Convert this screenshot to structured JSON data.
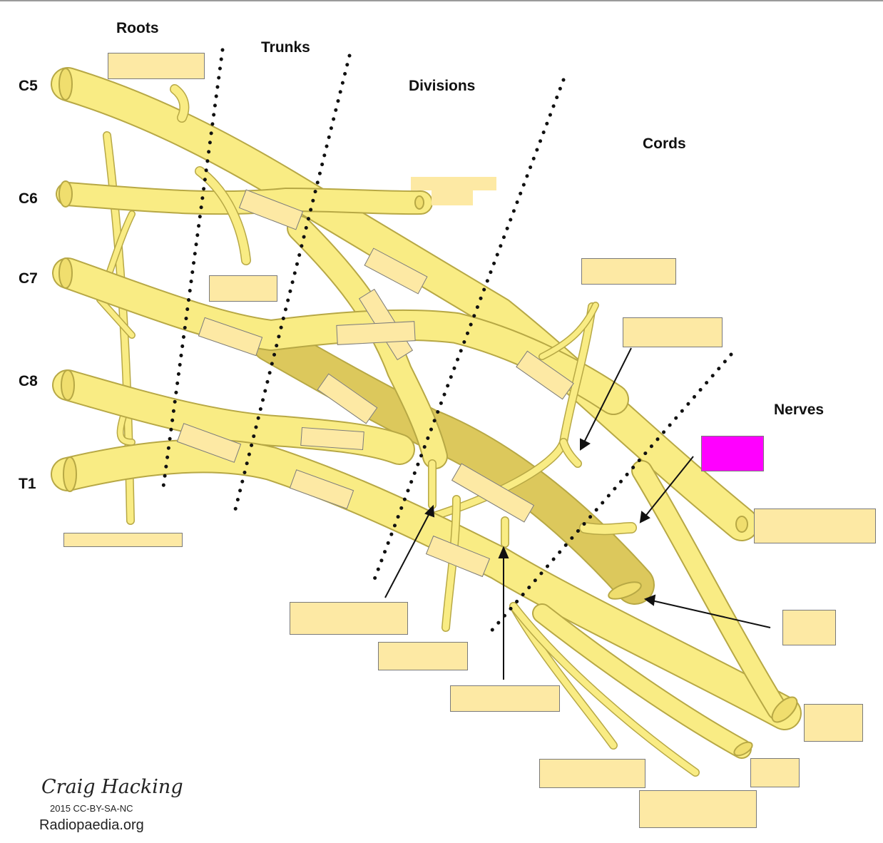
{
  "headers": {
    "roots": "Roots",
    "trunks": "Trunks",
    "divisions": "Divisions",
    "cords": "Cords",
    "nerves": "Nerves"
  },
  "spinal_levels": [
    "C5",
    "C6",
    "C7",
    "C8",
    "T1"
  ],
  "credit": {
    "author": "Craig Hacking",
    "license": "2015 CC-BY-SA-NC",
    "site": "Radiopaedia.org"
  },
  "colors": {
    "nerve_fill": "#f9ec84",
    "nerve_outline": "#b7a845",
    "posterior_cord_fill": "#dcc85c",
    "label_box_fill": "#fde9a4",
    "highlight_box": "#ff00ff"
  },
  "highlighted_label_box": "right side, pointing to posterior cord branch"
}
